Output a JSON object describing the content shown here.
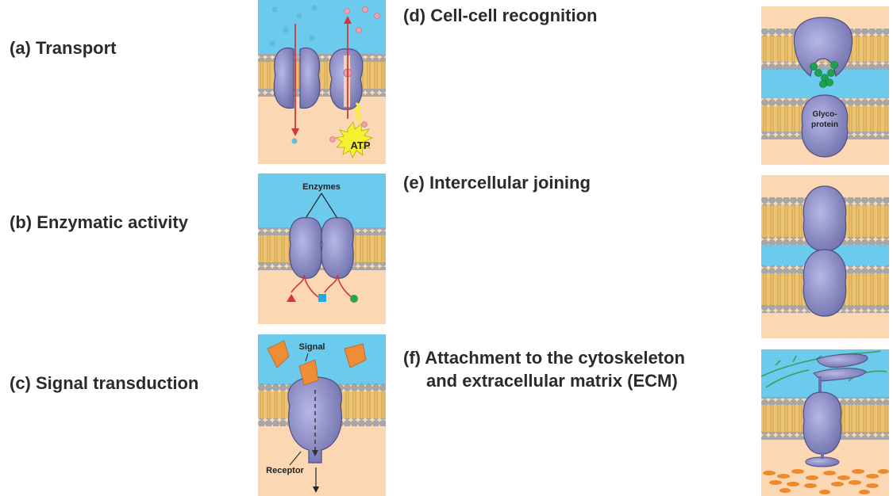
{
  "colors": {
    "extracellular": "#6ccaed",
    "cytoplasm": "#fbd8b3",
    "lipid_tail": "#ebc372",
    "lipid_head": "#a5a7ab",
    "protein": "#8f8fc9",
    "arrow": "#d3363d",
    "signal": "#ee8d35",
    "atp": "#f6f22f",
    "cytoskeleton": "#ef8a2c",
    "glycan": "#1fa24e",
    "ecm_fiber": "#38a05b"
  },
  "functions": {
    "a": {
      "label": "(a) Transport",
      "atp": "ATP"
    },
    "b": {
      "label": "(b) Enzymatic activity",
      "enzymes": "Enzymes"
    },
    "c": {
      "label": "(c) Signal transduction",
      "signal": "Signal",
      "receptor": "Receptor"
    },
    "d": {
      "label": "(d) Cell-cell recognition",
      "glyco_line1": "Glyco-",
      "glyco_line2": "protein"
    },
    "e": {
      "label": "(e) Intercellular joining"
    },
    "f": {
      "label_line1": "(f) Attachment to the cytoskeleton",
      "label_line2": "and extracellular matrix (ECM)"
    }
  }
}
